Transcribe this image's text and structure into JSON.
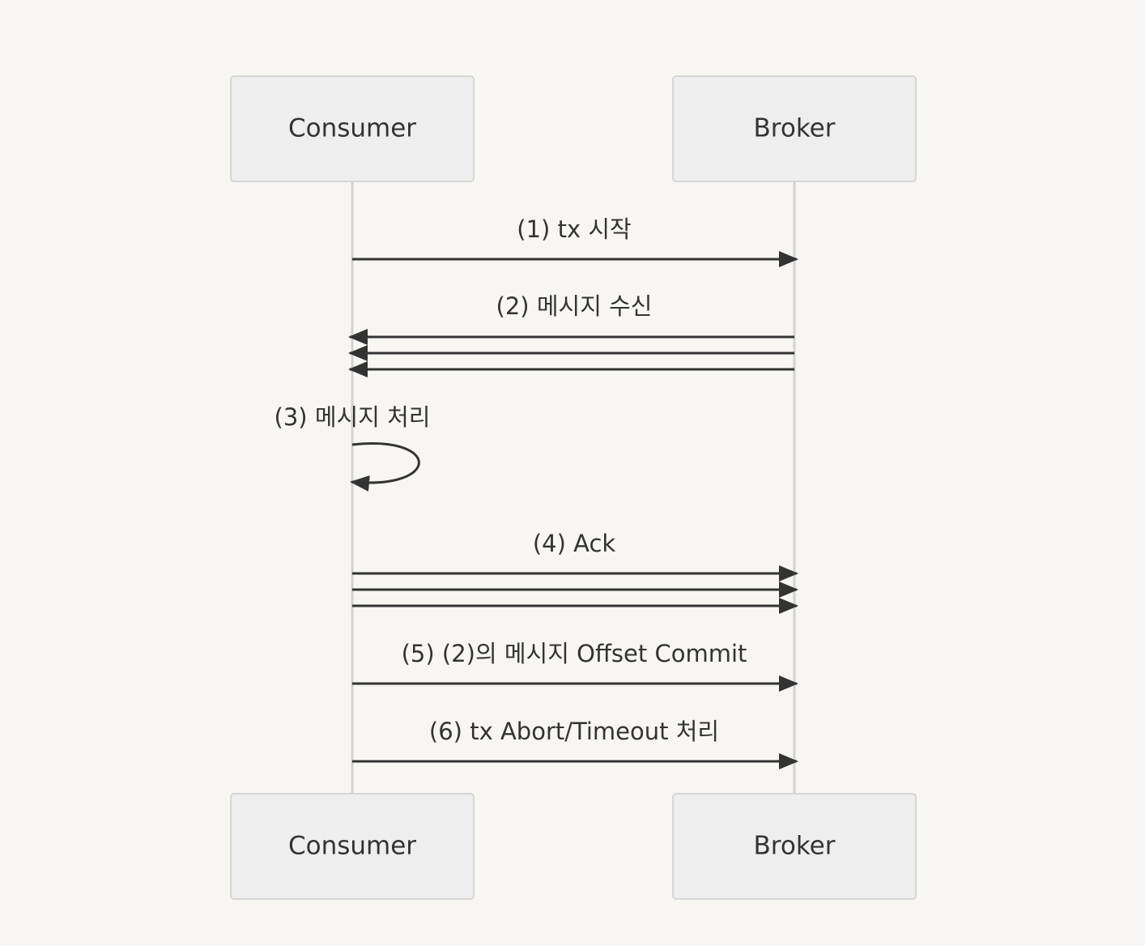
{
  "participants": {
    "consumer": "Consumer",
    "broker": "Broker"
  },
  "messages": [
    {
      "id": "m1",
      "label": "(1) tx 시작",
      "from": "Consumer",
      "to": "Broker",
      "lines": 1
    },
    {
      "id": "m2",
      "label": "(2) 메시지 수신",
      "from": "Broker",
      "to": "Consumer",
      "lines": 3
    },
    {
      "id": "m3",
      "label": "(3) 메시지 처리",
      "from": "Consumer",
      "to": "Consumer",
      "lines": 1
    },
    {
      "id": "m4",
      "label": "(4) Ack",
      "from": "Consumer",
      "to": "Broker",
      "lines": 3
    },
    {
      "id": "m5",
      "label": "(5) (2)의 메시지 Offset Commit",
      "from": "Consumer",
      "to": "Broker",
      "lines": 1
    },
    {
      "id": "m6",
      "label": "(6) tx Abort/Timeout 처리",
      "from": "Consumer",
      "to": "Broker",
      "lines": 1
    }
  ],
  "colors": {
    "background": "#f7f6f3",
    "actor_fill": "#eeeeee",
    "actor_border": "#d6d6d6",
    "line": "#333333",
    "lifeline": "#d2d2d2"
  }
}
